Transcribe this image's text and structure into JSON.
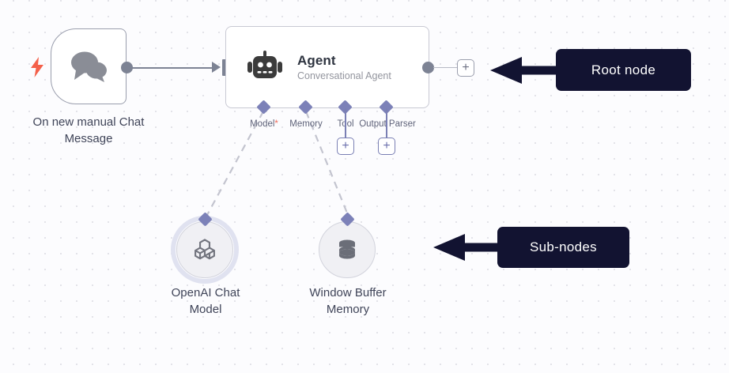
{
  "canvas": {
    "background_color": "#fcfcfe",
    "grid_dot_color": "#e3e3e9"
  },
  "trigger_node": {
    "label": "On new manual Chat Message",
    "icon": "chat-bubbles-icon",
    "trigger_icon": "lightning-bolt-icon",
    "bolt_color": "#f4604a",
    "border_color": "#9a9ead"
  },
  "agent_node": {
    "title": "Agent",
    "subtitle": "Conversational Agent",
    "icon": "robot-icon",
    "border_color": "#c8c9d3",
    "ports": [
      {
        "key": "model",
        "label": "Model",
        "required": true,
        "required_marker": "*",
        "has_plus": false
      },
      {
        "key": "memory",
        "label": "Memory",
        "required": false,
        "required_marker": "",
        "has_plus": false
      },
      {
        "key": "tool",
        "label": "Tool",
        "required": false,
        "required_marker": "",
        "has_plus": true
      },
      {
        "key": "parser",
        "label": "Output Parser",
        "required": false,
        "required_marker": "",
        "has_plus": true
      }
    ],
    "port_diamond_color": "#7c81b8",
    "output_plus_label": "+",
    "sub_plus_label": "+"
  },
  "sub_nodes": [
    {
      "key": "openai",
      "label": "OpenAI Chat Model",
      "label_line1": "OpenAI Chat",
      "label_line2": "Model",
      "icon": "openai-logo-icon",
      "selected": true
    },
    {
      "key": "memory",
      "label": "Window Buffer Memory",
      "label_line1": "Window Buffer",
      "label_line2": "Memory",
      "icon": "database-icon",
      "selected": false
    }
  ],
  "callouts": [
    {
      "key": "root",
      "text": "Root node",
      "background": "#121331",
      "arrow_direction": "left"
    },
    {
      "key": "sub",
      "text": "Sub-nodes",
      "background": "#121331",
      "arrow_direction": "left"
    }
  ]
}
